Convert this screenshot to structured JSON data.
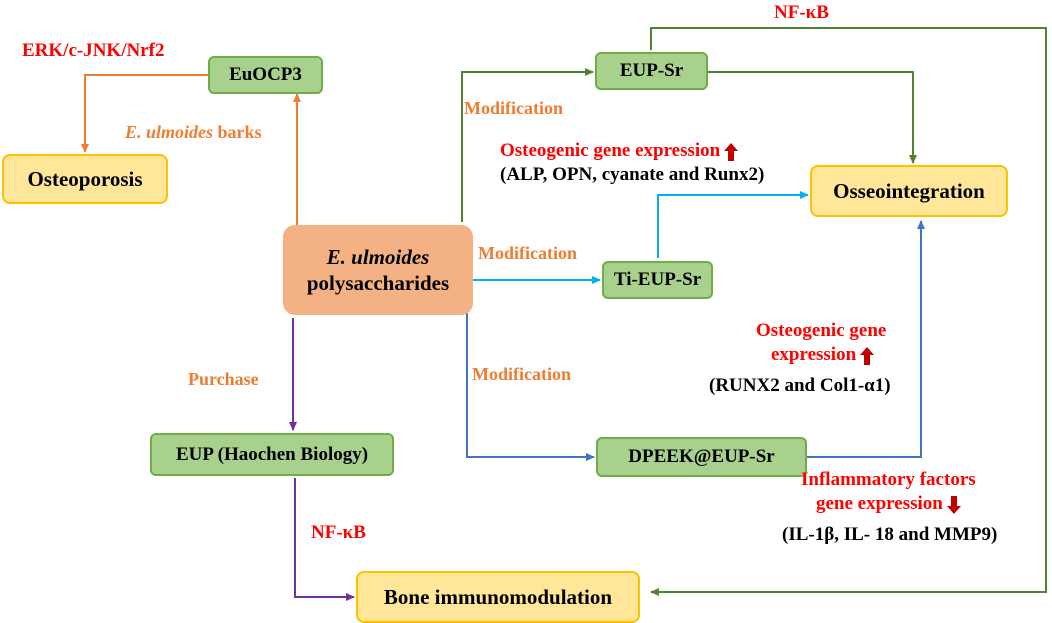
{
  "colors": {
    "green_fill": "#a9d18e",
    "green_line": "#548235",
    "orange_line": "#ed7d31",
    "blue_line": "#4472c4",
    "cyan_line": "#00b0f0",
    "purple_line": "#7030a0",
    "red_text": "#ff0000",
    "arrow_red": "#c00000"
  },
  "nodes": {
    "euocp3": "EuOCP3",
    "osteoporosis": "Osteoporosis",
    "eup_sr": "EUP-Sr",
    "ti_eup_sr": "Ti-EUP-Sr",
    "dpeek": "DPEEK@EUP-Sr",
    "eup_haochen": "EUP (Haochen Biology)",
    "osseointegration": "Osseointegration",
    "bone_immuno": "Bone immunomodulation",
    "center_line1": "E. ulmoides",
    "center_line2": "polysaccharides"
  },
  "labels": {
    "erk": "ERK/c-JNK/Nrf2",
    "barks_italic": "E. ulmoides",
    "barks_rest": " barks",
    "nfkb_top": "NF-κB",
    "nfkb_bottom": "NF-κB",
    "mod1": "Modification",
    "mod2": "Modification",
    "mod3": "Modification",
    "purchase": "Purchase",
    "osteo1_title": "Osteogenic gene expression",
    "osteo1_genes": "(ALP, OPN, cyanate and Runx2)",
    "osteo2_line1": "Osteogenic gene",
    "osteo2_line2": "expression",
    "osteo2_genes": "(RUNX2 and Col1-α1)",
    "inflam_line1": "Inflammatory factors",
    "inflam_line2": "gene expression",
    "inflam_genes": "(IL-1β, IL- 18 and MMP9)"
  },
  "icons": [
    "up-arrow-icon",
    "down-arrow-icon"
  ]
}
